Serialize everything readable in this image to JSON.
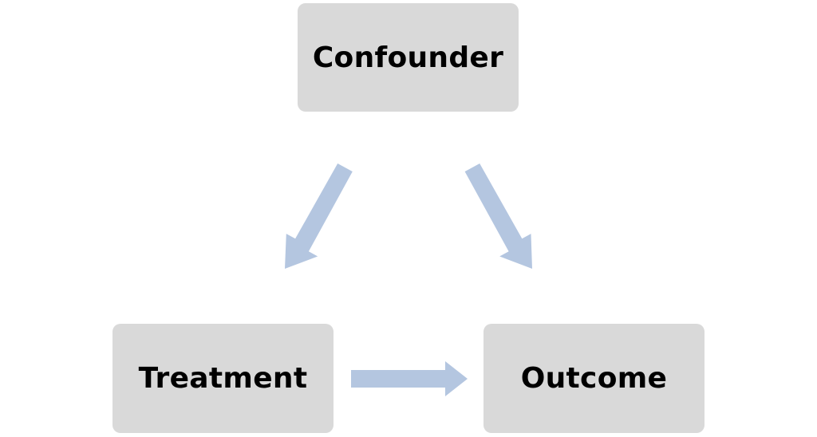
{
  "diagram": {
    "nodes": {
      "confounder": "Confounder",
      "treatment": "Treatment",
      "outcome": "Outcome"
    },
    "edges": [
      {
        "from": "confounder",
        "to": "treatment"
      },
      {
        "from": "confounder",
        "to": "outcome"
      },
      {
        "from": "treatment",
        "to": "outcome"
      }
    ],
    "colors": {
      "node_fill": "#d9d9d9",
      "arrow_fill": "#b4c6e0",
      "text": "#000000"
    }
  }
}
